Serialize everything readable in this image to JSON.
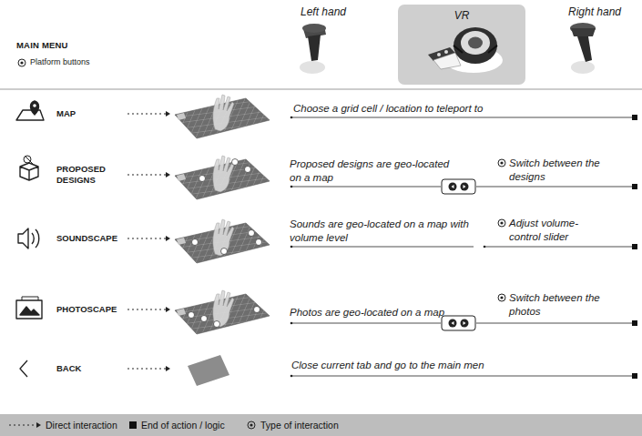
{
  "diagram": {
    "nodes": [
      {
        "text": [
          "VR"
        ]
      }
    ],
    "labels": [
      "MAIN MENU",
      "Platform buttons",
      "Left hand",
      "Right hand",
      "MAP",
      "PROPOSED DESIGNS",
      "SOUNDSCAPE",
      "PHOTOSCAPE",
      "BACK",
      "Choose a grid cell / location to teleport to",
      "Proposed designs are geo-located on a map",
      "Switch between the designs",
      "Sounds are geo-located on a map with volume level",
      "Adjust volume-control slider",
      "Photos are geo-located on a map",
      "Switch between the photos",
      "Close current tab and go to the main men"
    ],
    "legend": [
      {
        "text": "Direct interaction"
      },
      {
        "text": "End of action / logic"
      },
      {
        "text": "Type of interaction"
      }
    ]
  }
}
